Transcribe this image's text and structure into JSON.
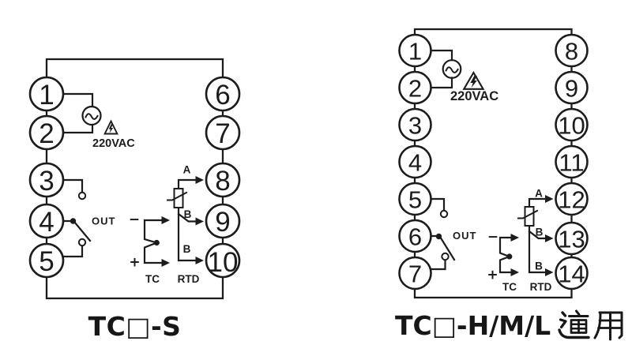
{
  "page": {
    "background": "#ffffff",
    "ink": "#1c1c1c"
  },
  "diagrams": [
    {
      "title": "TC□-S",
      "left_terminals": [
        "1",
        "2",
        "3",
        "4",
        "5"
      ],
      "right_terminals": [
        "6",
        "7",
        "8",
        "9",
        "10"
      ],
      "labels": {
        "power": "220VAC",
        "output": "OUT",
        "tc_minus": "−",
        "tc_plus": "+",
        "tc": "TC",
        "rtd": "RTD",
        "rtd_wire_a": "A",
        "rtd_wire_b_mid": "B",
        "rtd_wire_b_bottom": "B"
      }
    },
    {
      "title_parts": {
        "latin": "TC□-H/M/L",
        "cjk": "通用"
      },
      "left_terminals": [
        "1",
        "2",
        "3",
        "4",
        "5",
        "6",
        "7"
      ],
      "right_terminals": [
        "8",
        "9",
        "10",
        "11",
        "12",
        "13",
        "14"
      ],
      "labels": {
        "power": "220VAC",
        "output": "OUT",
        "tc_minus": "−",
        "tc_plus": "+",
        "tc": "TC",
        "rtd": "RTD",
        "rtd_wire_a": "A",
        "rtd_wire_b_mid": "B",
        "rtd_wire_b_bottom": "B"
      }
    }
  ]
}
